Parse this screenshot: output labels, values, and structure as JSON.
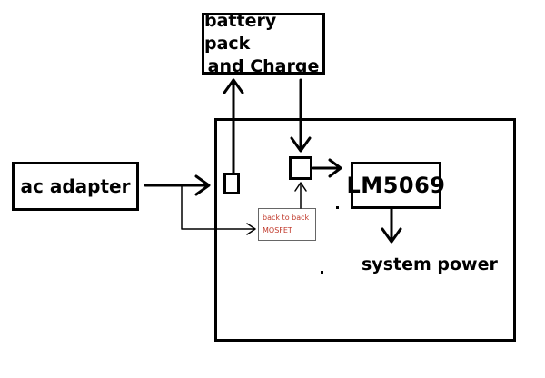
{
  "battery": {
    "line1": "battery pack",
    "line2": "and Charge"
  },
  "ac_adapter": {
    "label": "ac adapter"
  },
  "lm5069": {
    "label": "LM5069"
  },
  "mosfet": {
    "line1": "back to back",
    "line2": "MOSFET"
  },
  "system_power": {
    "label": "system power"
  }
}
